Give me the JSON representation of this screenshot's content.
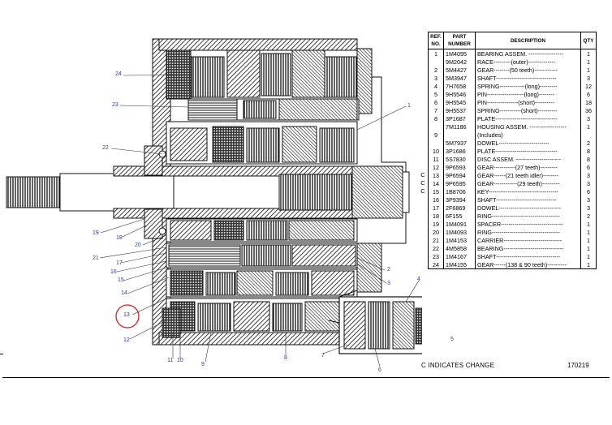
{
  "callouts": [
    "1",
    "2",
    "3",
    "4",
    "5",
    "6",
    "7",
    "8",
    "9",
    "10",
    "11",
    "12",
    "13",
    "14",
    "15",
    "16",
    "17",
    "18",
    "19",
    "20",
    "21",
    "22",
    "23",
    "24"
  ],
  "table": {
    "headers": {
      "ref": "REF. NO.",
      "part": "PART NUMBER",
      "desc": "DESCRIPTION",
      "qty": "QTY"
    },
    "rows": [
      {
        "ref": "1",
        "part": "1M4095",
        "desc": "BEARING ASSEM. ------------------",
        "qty": "1"
      },
      {
        "ref": "",
        "part": "9M2042",
        "desc": "RACE---------(outer)--------------",
        "qty": "1"
      },
      {
        "ref": "2",
        "part": "5M4427",
        "desc": "GEAR--------(50 teeth)------------",
        "qty": "1"
      },
      {
        "ref": "3",
        "part": "5M3947",
        "desc": "SHAFT-------------------------------",
        "qty": "3"
      },
      {
        "ref": "4",
        "part": "7H7658",
        "desc": "SPRING-------------(long)---------",
        "qty": "12"
      },
      {
        "ref": "5",
        "part": "9H5546",
        "desc": "PIN-------------------(long)--------",
        "qty": "6"
      },
      {
        "ref": "6",
        "part": "9H5545",
        "desc": "PIN----------------(short)----------",
        "qty": "18"
      },
      {
        "ref": "7",
        "part": "9H5537",
        "desc": "SPRING-----------(short)----------",
        "qty": "36"
      },
      {
        "ref": "8",
        "part": "3P1687",
        "desc": "PLATE--------------------------------",
        "qty": "3"
      },
      {
        "ref": "",
        "part": "7M1186",
        "desc": "HOUSING ASSEM. -------------------",
        "qty": "1"
      },
      {
        "ref": "9",
        "part": "",
        "desc": "(Includes)",
        "qty": ""
      },
      {
        "ref": "",
        "part": "5M7937",
        "desc": "DOWEL--------------------------",
        "qty": "2"
      },
      {
        "ref": "10",
        "part": "3P1686",
        "desc": "PLATE--------------------------------",
        "qty": "8"
      },
      {
        "ref": "11",
        "part": "5S7830",
        "desc": "DISC ASSEM. -----------------------",
        "qty": "8"
      },
      {
        "ref": "12",
        "part": "9P6593",
        "desc": "GEAR-----------(27 teeth)---------",
        "qty": "6"
      },
      {
        "ref": "13",
        "part": "9P6594",
        "desc": "GEAR------(21 teeth idler)--------",
        "qty": "3"
      },
      {
        "ref": "14",
        "part": "9P6595",
        "desc": "GEAR------------(29 teeth)---------",
        "qty": "3"
      },
      {
        "ref": "15",
        "part": "1B8706",
        "desc": "KEY------------------------------------",
        "qty": "6"
      },
      {
        "ref": "16",
        "part": "3P9394",
        "desc": "SHAFT-------------------------------",
        "qty": "3"
      },
      {
        "ref": "17",
        "part": "2F6869",
        "desc": "DOWEL--------------------------------",
        "qty": "3"
      },
      {
        "ref": "18",
        "part": "6F155",
        "desc": "RING-----------------------------------",
        "qty": "2"
      },
      {
        "ref": "19",
        "part": "1M4091",
        "desc": "SPACER--------------------------------",
        "qty": "1"
      },
      {
        "ref": "20",
        "part": "1M4093",
        "desc": "RING-----------------------------------",
        "qty": "1"
      },
      {
        "ref": "21",
        "part": "1M4153",
        "desc": "CARRIER------------------------------",
        "qty": "1"
      },
      {
        "ref": "22",
        "part": "4M5858",
        "desc": "BEARING-------------------------------",
        "qty": "1"
      },
      {
        "ref": "23",
        "part": "1M4167",
        "desc": "SHAFT---------------------------------",
        "qty": "1"
      },
      {
        "ref": "24",
        "part": "1M4155",
        "desc": "GEAR------(138 & 90 teeth)----------",
        "qty": "1"
      }
    ]
  },
  "change_marks": [
    "C",
    "C",
    "C"
  ],
  "legend_note": "C INDICATES CHANGE",
  "drawing_number": "170219",
  "colors": {
    "ink": "#111111",
    "callout": "#2a3aa8",
    "highlight_circle": "#d42020"
  }
}
